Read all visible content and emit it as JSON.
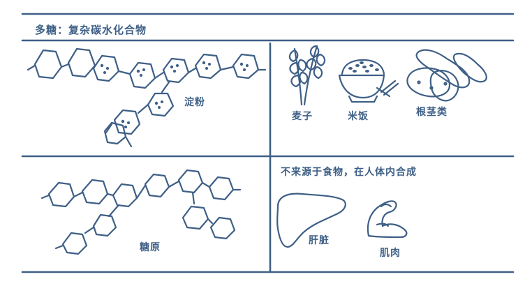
{
  "header": {
    "title": "多糖：复杂碳水化合物"
  },
  "starch": {
    "label": "淀粉"
  },
  "glycogen": {
    "label": "糖原"
  },
  "plant_sources": {
    "wheat": "麦子",
    "rice": "米饭",
    "tubers": "根茎类"
  },
  "animal_sources": {
    "title": "不来源于食物，在人体内合成",
    "liver": "肝脏",
    "muscle": "肌肉"
  },
  "colors": {
    "ink": "#3e5f86",
    "background": "#ffffff"
  }
}
